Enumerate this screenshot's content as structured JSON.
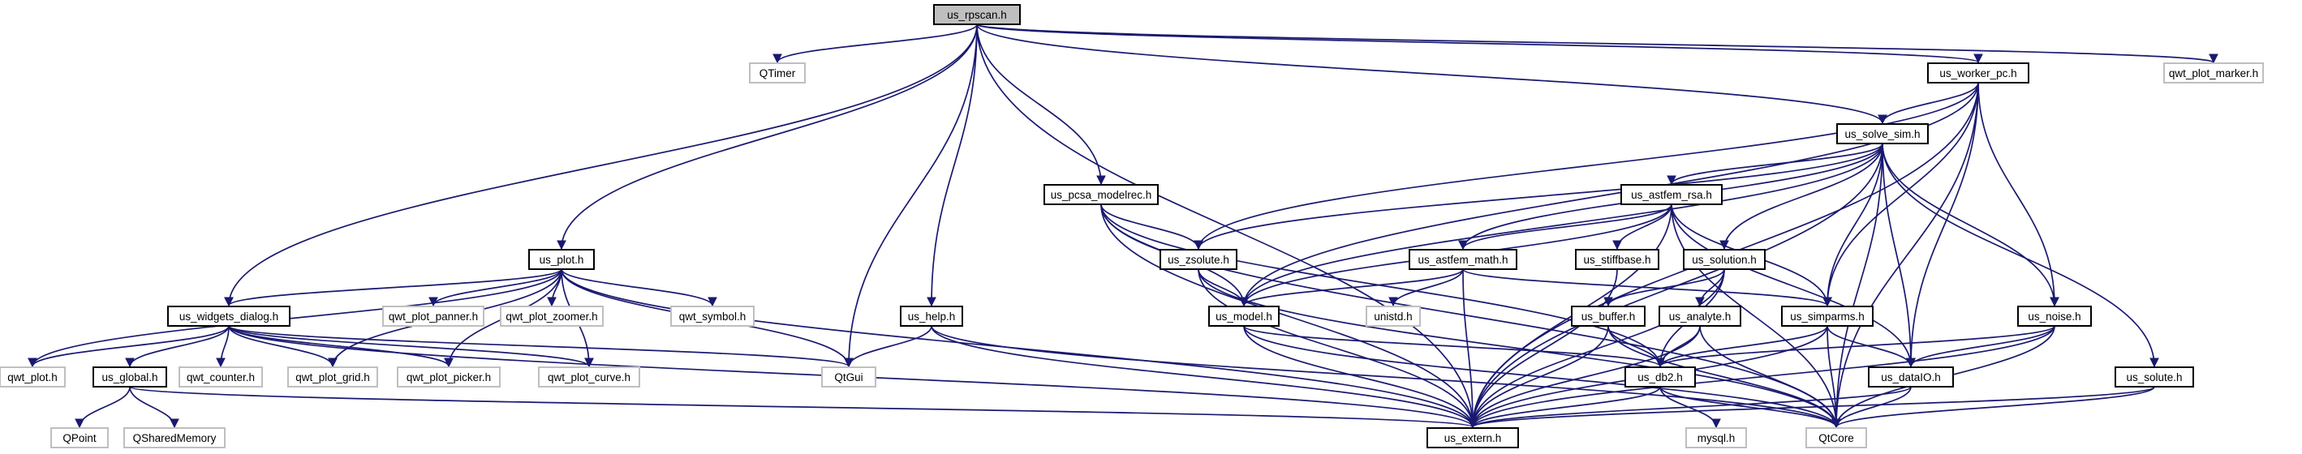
{
  "diagram": {
    "type": "include-dependency-graph",
    "root": "us_rpscan.h",
    "nodes": [
      {
        "id": "rpscan",
        "label": "us_rpscan.h",
        "kind": "root"
      },
      {
        "id": "qtimer",
        "label": "QTimer",
        "kind": "external"
      },
      {
        "id": "worker",
        "label": "us_worker_pc.h",
        "kind": "file"
      },
      {
        "id": "marker",
        "label": "qwt_plot_marker.h",
        "kind": "external"
      },
      {
        "id": "solvesim",
        "label": "us_solve_sim.h",
        "kind": "file"
      },
      {
        "id": "pcsa",
        "label": "us_pcsa_modelrec.h",
        "kind": "file"
      },
      {
        "id": "rsa",
        "label": "us_astfem_rsa.h",
        "kind": "file"
      },
      {
        "id": "plot",
        "label": "us_plot.h",
        "kind": "file"
      },
      {
        "id": "zsolute",
        "label": "us_zsolute.h",
        "kind": "file"
      },
      {
        "id": "math",
        "label": "us_astfem_math.h",
        "kind": "file"
      },
      {
        "id": "stiff",
        "label": "us_stiffbase.h",
        "kind": "file"
      },
      {
        "id": "solution",
        "label": "us_solution.h",
        "kind": "file"
      },
      {
        "id": "help",
        "label": "us_help.h",
        "kind": "file"
      },
      {
        "id": "dialog",
        "label": "us_widgets_dialog.h",
        "kind": "file"
      },
      {
        "id": "panner",
        "label": "qwt_plot_panner.h",
        "kind": "external"
      },
      {
        "id": "zoomer",
        "label": "qwt_plot_zoomer.h",
        "kind": "external"
      },
      {
        "id": "symbol",
        "label": "qwt_symbol.h",
        "kind": "external"
      },
      {
        "id": "model",
        "label": "us_model.h",
        "kind": "file"
      },
      {
        "id": "unistd",
        "label": "unistd.h",
        "kind": "external"
      },
      {
        "id": "buffer",
        "label": "us_buffer.h",
        "kind": "file"
      },
      {
        "id": "analyte",
        "label": "us_analyte.h",
        "kind": "file"
      },
      {
        "id": "simparms",
        "label": "us_simparms.h",
        "kind": "file"
      },
      {
        "id": "noise",
        "label": "us_noise.h",
        "kind": "file"
      },
      {
        "id": "qwtplot",
        "label": "qwt_plot.h",
        "kind": "external"
      },
      {
        "id": "global",
        "label": "us_global.h",
        "kind": "file"
      },
      {
        "id": "counter",
        "label": "qwt_counter.h",
        "kind": "external"
      },
      {
        "id": "grid",
        "label": "qwt_plot_grid.h",
        "kind": "external"
      },
      {
        "id": "picker",
        "label": "qwt_plot_picker.h",
        "kind": "external"
      },
      {
        "id": "curve",
        "label": "qwt_plot_curve.h",
        "kind": "external"
      },
      {
        "id": "qtgui",
        "label": "QtGui",
        "kind": "external"
      },
      {
        "id": "db2",
        "label": "us_db2.h",
        "kind": "file"
      },
      {
        "id": "dataio",
        "label": "us_dataIO.h",
        "kind": "file"
      },
      {
        "id": "solute",
        "label": "us_solute.h",
        "kind": "file"
      },
      {
        "id": "qpoint",
        "label": "QPoint",
        "kind": "external"
      },
      {
        "id": "shmem",
        "label": "QSharedMemory",
        "kind": "external"
      },
      {
        "id": "extern",
        "label": "us_extern.h",
        "kind": "file"
      },
      {
        "id": "mysql",
        "label": "mysql.h",
        "kind": "external"
      },
      {
        "id": "qtcore",
        "label": "QtCore",
        "kind": "external"
      }
    ],
    "edges": [
      [
        "rpscan",
        "qtimer"
      ],
      [
        "rpscan",
        "worker"
      ],
      [
        "rpscan",
        "marker"
      ],
      [
        "rpscan",
        "solvesim"
      ],
      [
        "rpscan",
        "pcsa"
      ],
      [
        "rpscan",
        "plot"
      ],
      [
        "rpscan",
        "help"
      ],
      [
        "rpscan",
        "dialog"
      ],
      [
        "rpscan",
        "qtgui"
      ],
      [
        "rpscan",
        "extern"
      ],
      [
        "worker",
        "solvesim"
      ],
      [
        "worker",
        "zsolute"
      ],
      [
        "worker",
        "model"
      ],
      [
        "worker",
        "simparms"
      ],
      [
        "worker",
        "noise"
      ],
      [
        "worker",
        "dataio"
      ],
      [
        "worker",
        "extern"
      ],
      [
        "worker",
        "qtcore"
      ],
      [
        "solvesim",
        "rsa"
      ],
      [
        "solvesim",
        "math"
      ],
      [
        "solvesim",
        "solution"
      ],
      [
        "solvesim",
        "zsolute"
      ],
      [
        "solvesim",
        "model"
      ],
      [
        "solvesim",
        "simparms"
      ],
      [
        "solvesim",
        "noise"
      ],
      [
        "solvesim",
        "dataio"
      ],
      [
        "solvesim",
        "solute"
      ],
      [
        "solvesim",
        "extern"
      ],
      [
        "solvesim",
        "qtcore"
      ],
      [
        "pcsa",
        "zsolute"
      ],
      [
        "pcsa",
        "model"
      ],
      [
        "pcsa",
        "db2"
      ],
      [
        "pcsa",
        "extern"
      ],
      [
        "pcsa",
        "qtcore"
      ],
      [
        "rsa",
        "math"
      ],
      [
        "rsa",
        "stiff"
      ],
      [
        "rsa",
        "model"
      ],
      [
        "rsa",
        "simparms"
      ],
      [
        "rsa",
        "dataio"
      ],
      [
        "rsa",
        "extern"
      ],
      [
        "rsa",
        "qtcore"
      ],
      [
        "plot",
        "dialog"
      ],
      [
        "plot",
        "panner"
      ],
      [
        "plot",
        "zoomer"
      ],
      [
        "plot",
        "symbol"
      ],
      [
        "plot",
        "qwtplot"
      ],
      [
        "plot",
        "grid"
      ],
      [
        "plot",
        "picker"
      ],
      [
        "plot",
        "curve"
      ],
      [
        "plot",
        "qtgui"
      ],
      [
        "plot",
        "extern"
      ],
      [
        "zsolute",
        "model"
      ],
      [
        "zsolute",
        "extern"
      ],
      [
        "zsolute",
        "qtcore"
      ],
      [
        "math",
        "model"
      ],
      [
        "math",
        "unistd"
      ],
      [
        "math",
        "simparms"
      ],
      [
        "math",
        "extern"
      ],
      [
        "stiff",
        "extern"
      ],
      [
        "solution",
        "buffer"
      ],
      [
        "solution",
        "analyte"
      ],
      [
        "solution",
        "db2"
      ],
      [
        "solution",
        "extern"
      ],
      [
        "help",
        "qtgui"
      ],
      [
        "help",
        "extern"
      ],
      [
        "help",
        "qtcore"
      ],
      [
        "dialog",
        "qwtplot"
      ],
      [
        "dialog",
        "global"
      ],
      [
        "dialog",
        "counter"
      ],
      [
        "dialog",
        "grid"
      ],
      [
        "dialog",
        "picker"
      ],
      [
        "dialog",
        "curve"
      ],
      [
        "dialog",
        "qtgui"
      ],
      [
        "dialog",
        "extern"
      ],
      [
        "model",
        "db2"
      ],
      [
        "model",
        "extern"
      ],
      [
        "model",
        "qtcore"
      ],
      [
        "buffer",
        "db2"
      ],
      [
        "buffer",
        "extern"
      ],
      [
        "buffer",
        "qtcore"
      ],
      [
        "analyte",
        "db2"
      ],
      [
        "analyte",
        "extern"
      ],
      [
        "analyte",
        "qtcore"
      ],
      [
        "simparms",
        "db2"
      ],
      [
        "simparms",
        "dataio"
      ],
      [
        "simparms",
        "extern"
      ],
      [
        "simparms",
        "qtcore"
      ],
      [
        "noise",
        "db2"
      ],
      [
        "noise",
        "dataio"
      ],
      [
        "noise",
        "extern"
      ],
      [
        "noise",
        "qtcore"
      ],
      [
        "global",
        "qpoint"
      ],
      [
        "global",
        "shmem"
      ],
      [
        "global",
        "extern"
      ],
      [
        "db2",
        "extern"
      ],
      [
        "db2",
        "mysql"
      ],
      [
        "db2",
        "qtcore"
      ],
      [
        "dataio",
        "extern"
      ],
      [
        "dataio",
        "qtcore"
      ],
      [
        "solute",
        "extern"
      ],
      [
        "solute",
        "qtcore"
      ]
    ],
    "colors": {
      "edge": "#191970",
      "root_fill": "#bfbfbf",
      "file_border": "#000000",
      "external_border": "#bfbfbf",
      "text": "#000000"
    }
  }
}
